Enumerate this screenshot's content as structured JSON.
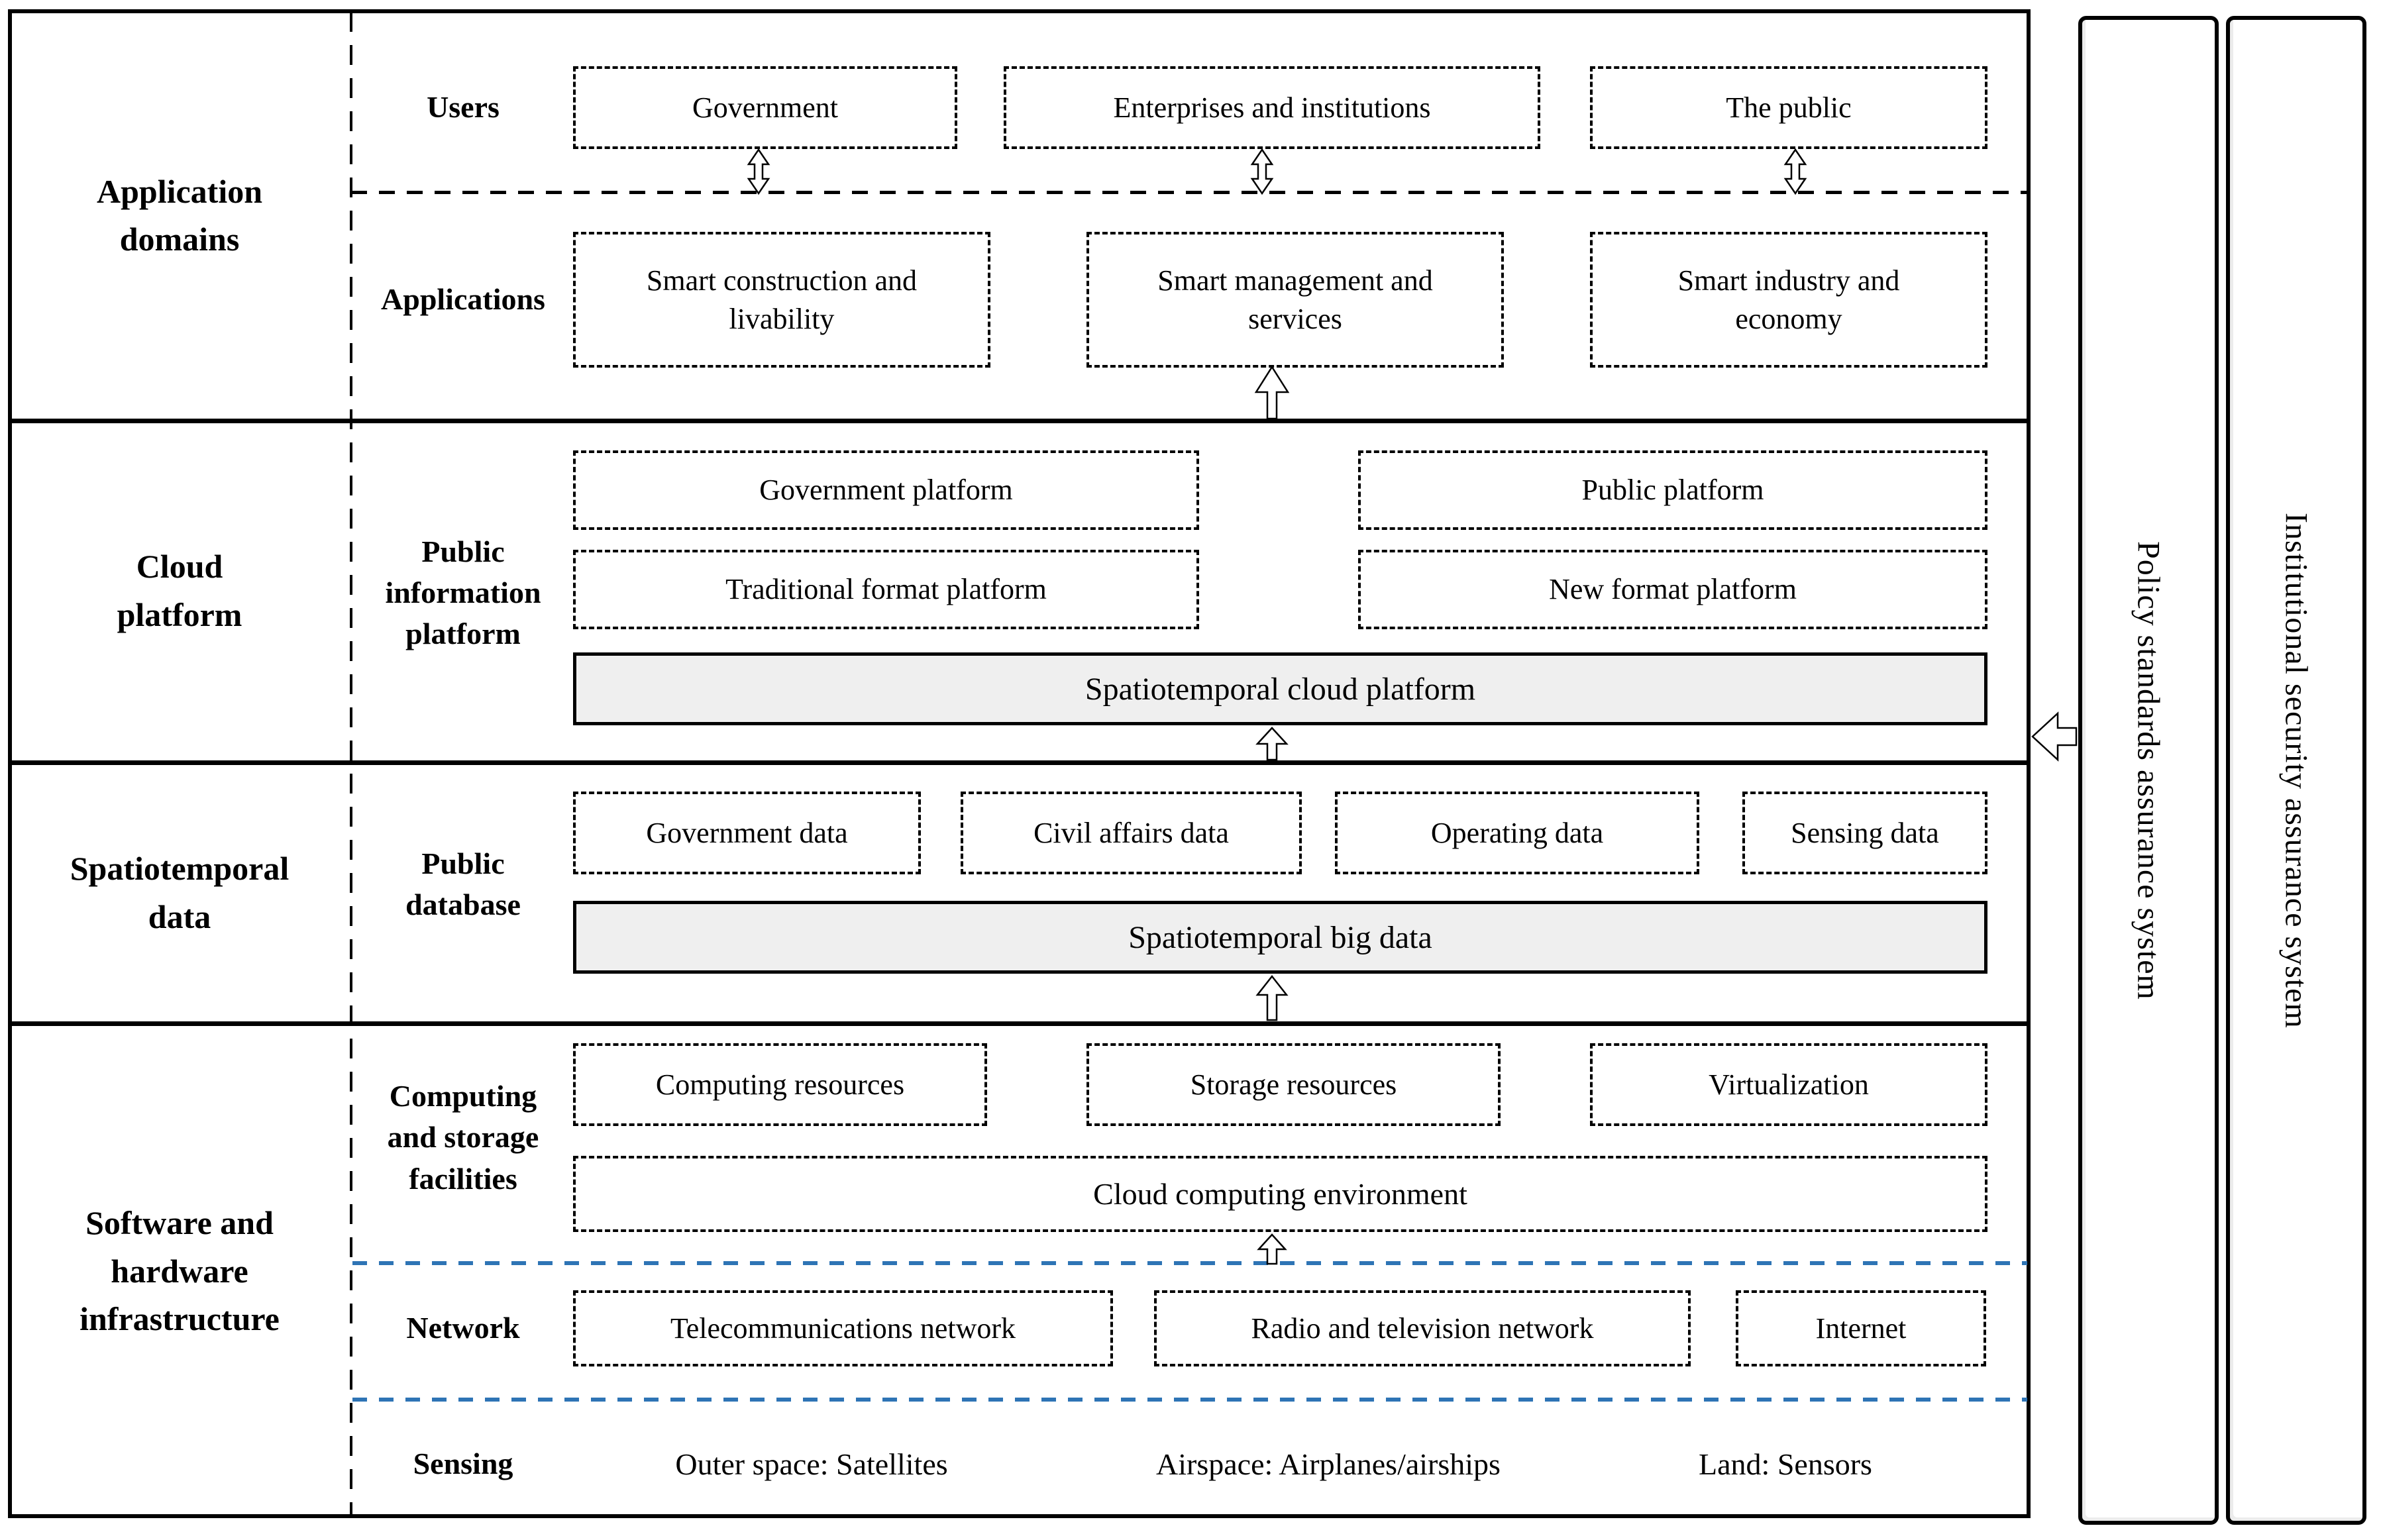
{
  "sections": {
    "application_domains": "Application domains",
    "cloud_platform": "Cloud platform",
    "spatiotemporal_data": "Spatiotemporal data",
    "software_hardware": "Software and hardware infrastructure"
  },
  "row_labels": {
    "users": "Users",
    "applications": "Applications",
    "public_information_platform": "Public information platform",
    "public_database": "Public database",
    "computing_storage": "Computing and storage facilities",
    "network": "Network",
    "sensing": "Sensing"
  },
  "users_row": {
    "government": "Government",
    "enterprises": "Enterprises and institutions",
    "the_public": "The public"
  },
  "applications_row": {
    "smart_construction": "Smart construction and livability",
    "smart_management": "Smart management and services",
    "smart_industry": "Smart industry and economy"
  },
  "cloud_row": {
    "government_platform": "Government platform",
    "public_platform": "Public platform",
    "traditional_format": "Traditional format platform",
    "new_format": "New format platform",
    "spatiotemporal_cloud": "Spatiotemporal cloud platform"
  },
  "data_row": {
    "government_data": "Government data",
    "civil_affairs_data": "Civil affairs data",
    "operating_data": "Operating data",
    "sensing_data": "Sensing data",
    "spatiotemporal_big_data": "Spatiotemporal big data"
  },
  "infrastructure": {
    "computing_resources": "Computing resources",
    "storage_resources": "Storage resources",
    "virtualization": "Virtualization",
    "cloud_env": "Cloud computing environment",
    "telecom": "Telecommunications network",
    "radio_tv": "Radio and television network",
    "internet": "Internet",
    "outer_space": "Outer space: Satellites",
    "airspace": "Airspace: Airplanes/airships",
    "land": "Land: Sensors"
  },
  "sidebars": {
    "policy": "Policy standards assurance system",
    "institutional": "Institutional security assurance system"
  },
  "colors": {
    "blue_dashed_line": "#2e74b5",
    "gray_bar_fill": "#efefef",
    "line_color": "#000000"
  }
}
